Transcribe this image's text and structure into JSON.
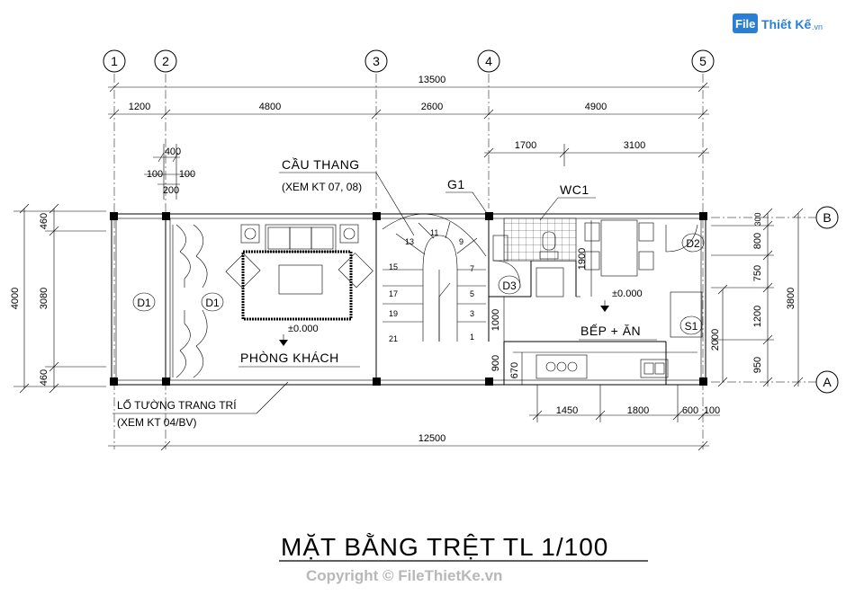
{
  "logo": {
    "text": "Thiết Kế",
    "suffix": ".vn",
    "badge": "File"
  },
  "title": "MẶT BẰNG TRỆT  TL 1/100",
  "copyright": "Copyright © FileThietKe.vn",
  "grid_axes": {
    "columns": [
      "1",
      "2",
      "3",
      "4",
      "5"
    ],
    "rows": [
      "B",
      "A"
    ]
  },
  "dims_top": {
    "overall": "13500",
    "row2": [
      "1200",
      "4800",
      "2600",
      "4900"
    ],
    "row3": [
      "1700",
      "3100"
    ],
    "col_detail": {
      "top": "400",
      "mid_left": "100",
      "mid_right": "100",
      "bottom": "200"
    }
  },
  "dims_left": {
    "overall": "4000",
    "parts": [
      "460",
      "3080",
      "460"
    ]
  },
  "dims_right": {
    "overall": "3800",
    "parts": [
      "300",
      "800",
      "750",
      "1200",
      "950"
    ],
    "inner": "2000"
  },
  "dims_bottom": {
    "overall": "12500",
    "parts": [
      "1450",
      "1800",
      "600",
      "100"
    ]
  },
  "dims_inner": {
    "d1900": "1900",
    "d1000": "1000",
    "d900": "900",
    "d670": "670"
  },
  "rooms": {
    "living": "PHÒNG KHÁCH",
    "living_level": "±0.000",
    "kitchen": "BẾP + ĂN",
    "kitchen_level": "±0.000",
    "stair": "CẦU THANG",
    "stair_note": "(XEM KT 07, 08)",
    "wc": "WC1",
    "g1": "G1",
    "deco_wall": "LỔ TƯỜNG TRANG TRÍ",
    "deco_note": "(XEM KT 04/BV)"
  },
  "tags": {
    "d1_a": "D1",
    "d1_b": "D1",
    "d2": "D2",
    "d3": "D3",
    "s1": "S1"
  },
  "stair_steps": [
    "1",
    "3",
    "5",
    "7",
    "9",
    "11",
    "13",
    "15",
    "17",
    "19",
    "21"
  ]
}
